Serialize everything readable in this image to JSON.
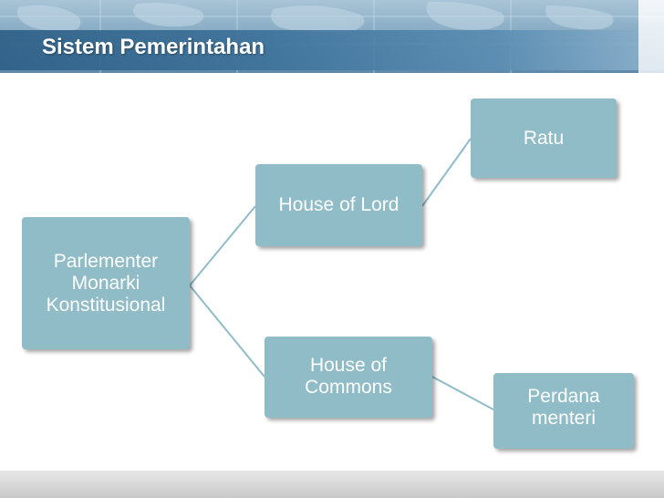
{
  "slide": {
    "title": "Sistem Pemerintahan"
  },
  "diagram": {
    "nodes": {
      "root": "Parlementer\nMonarki\nKonstitusional",
      "house_of_lord": "House of Lord",
      "ratu": "Ratu",
      "house_of_commons": "House of\nCommons",
      "perdana_menteri": "Perdana\nmenteri"
    },
    "node_color": "#8fbcc7",
    "connector_color": "#8fbcc7"
  }
}
